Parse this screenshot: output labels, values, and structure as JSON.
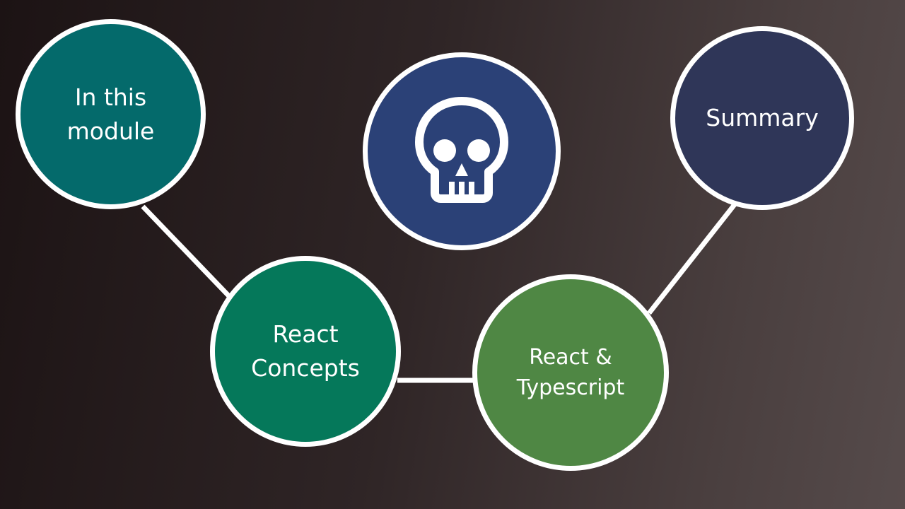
{
  "nodes": {
    "intro": {
      "label": "In this\nmodule",
      "color": "#046a6b"
    },
    "concepts": {
      "label": "React\nConcepts",
      "color": "#05785a"
    },
    "center": {
      "icon": "skull-icon",
      "color": "#2b4177"
    },
    "typescript": {
      "label": "React &\nTypescript",
      "color": "#4f8744"
    },
    "summary": {
      "label": "Summary",
      "color": "#2f3658"
    }
  },
  "connector_color": "#ffffff"
}
